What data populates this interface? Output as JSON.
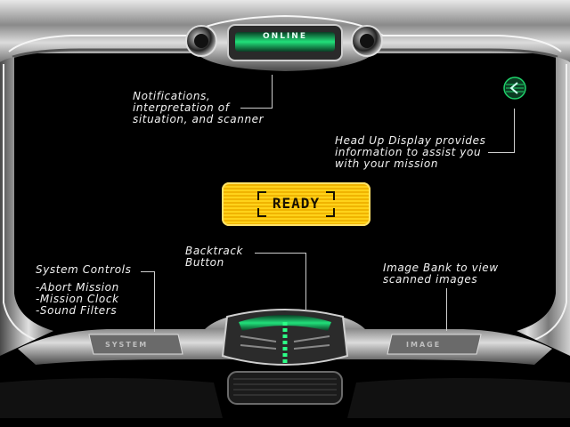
{
  "status_panel": {
    "label": "ONLINE"
  },
  "ready_button": {
    "label": "READY"
  },
  "hud_icon": {
    "name": "hud-arrow-icon"
  },
  "callouts": {
    "notifications": "Notifications,\ninterpretation of\nsituation, and scanner",
    "hud": "Head Up Display provides\ninformation to assist you\nwith your mission",
    "backtrack": "Backtrack\nButton",
    "system_controls_title": "System Controls",
    "system_controls_items": "-Abort Mission\n-Mission Clock\n-Sound Filters",
    "image_bank": "Image Bank to view\nscanned images"
  },
  "dashboard": {
    "system_label": "SYSTEM",
    "image_label": "IMAGE"
  },
  "colors": {
    "accent_green": "#1fd16a",
    "ready_yellow": "#ffd21a",
    "chrome": "#9a9a9a"
  }
}
